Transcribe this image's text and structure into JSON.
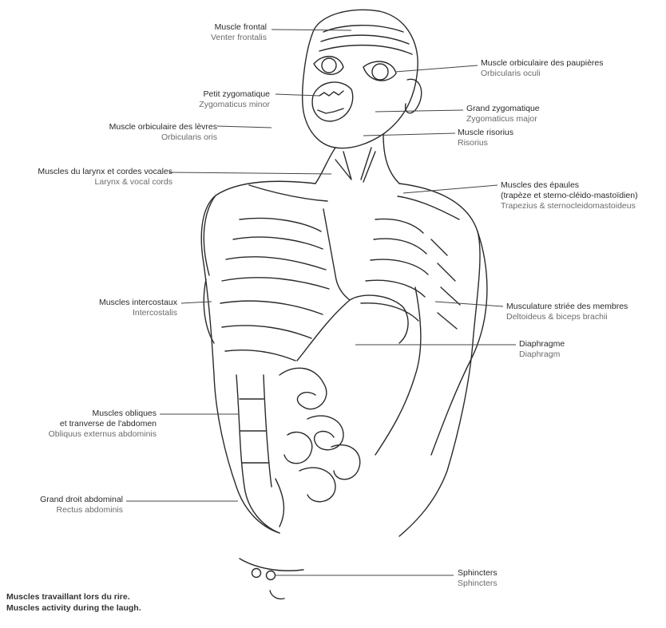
{
  "labels": {
    "frontal": {
      "fr": "Muscle frontal",
      "en": "Venter frontalis"
    },
    "orbic_paup": {
      "fr": "Muscle orbiculaire des paupières",
      "en": "Orbicularis oculi"
    },
    "petit_zyg": {
      "fr": "Petit zygomatique",
      "en": "Zygomaticus minor"
    },
    "grand_zyg": {
      "fr": "Grand zygomatique",
      "en": "Zygomaticus major"
    },
    "orbic_lev": {
      "fr": "Muscle orbiculaire des lèvres",
      "en": "Orbicularis oris"
    },
    "risorius": {
      "fr": "Muscle risorius",
      "en": "Risorius"
    },
    "larynx": {
      "fr": "Muscles du larynx et cordes vocales",
      "en": "Larynx & vocal cords"
    },
    "epaules": {
      "fr": "Muscles des épaules",
      "fr2": "(trapèze et sterno-cléido-mastoïdien)",
      "en": "Trapezius & sternocleidomastoideus"
    },
    "intercost": {
      "fr": "Muscles intercostaux",
      "en": "Intercostalis"
    },
    "membres": {
      "fr": "Musculature striée des membres",
      "en": "Deltoideus & biceps brachii"
    },
    "diaphragme": {
      "fr": "Diaphragme",
      "en": "Diaphragm"
    },
    "obliques": {
      "fr": "Muscles obliques",
      "fr2": "et tranverse de l'abdomen",
      "en": "Obliquus externus abdominis"
    },
    "droit": {
      "fr": "Grand droit abdominal",
      "en": "Rectus abdominis"
    },
    "sphincters": {
      "fr": "Sphincters",
      "en": "Sphincters"
    }
  },
  "caption": {
    "line1": "Muscles travaillant lors du rire.",
    "line2": "Muscles activity during the laugh."
  },
  "colors": {
    "ink": "#2a2a2a",
    "label_en": "#6b6b6b",
    "leader": "#444444"
  }
}
